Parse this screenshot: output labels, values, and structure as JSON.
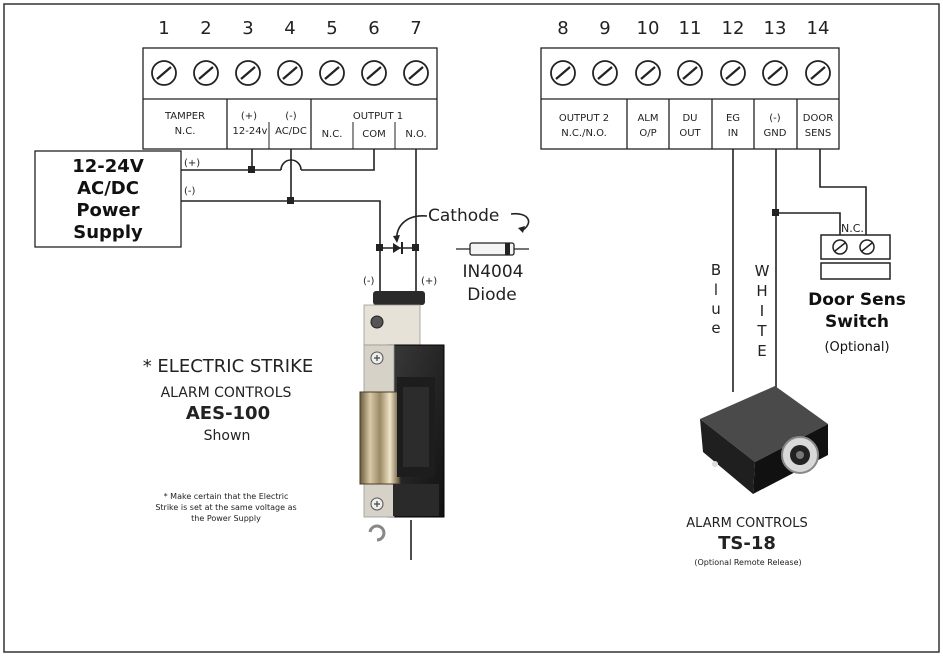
{
  "terminal_numbers_left": [
    "1",
    "2",
    "3",
    "4",
    "5",
    "6",
    "7"
  ],
  "terminal_numbers_right": [
    "8",
    "9",
    "10",
    "11",
    "12",
    "13",
    "14"
  ],
  "left_block": {
    "tamper": [
      "TAMPER",
      "N.C."
    ],
    "power_pos": [
      "(+)",
      "12-24v"
    ],
    "power_neg": [
      "(-)",
      "AC/DC"
    ],
    "output1_title": "OUTPUT 1",
    "output1_nc": "N.C.",
    "output1_com": "COM",
    "output1_no": "N.O."
  },
  "right_block": {
    "output2": [
      "OUTPUT 2",
      "N.C./N.O."
    ],
    "alm": [
      "ALM",
      "O/P"
    ],
    "du": [
      "DU",
      "OUT"
    ],
    "eg": [
      "EG",
      "IN"
    ],
    "gnd": [
      "(-)",
      "GND"
    ],
    "door": [
      "DOOR",
      "SENS"
    ]
  },
  "power_supply": {
    "lines": [
      "12-24V",
      "AC/DC",
      "Power",
      "Supply"
    ],
    "pos_label": "(+)",
    "neg_label": "(-)"
  },
  "diode": {
    "cathode_label": "Cathode",
    "part": "IN4004",
    "name": "Diode",
    "neg_label": "(-)",
    "pos_label": "(+)"
  },
  "strike": {
    "title": "* ELECTRIC STRIKE",
    "brand": "ALARM CONTROLS",
    "model": "AES-100",
    "shown": "Shown",
    "note": [
      "* Make certain that the Electric",
      "Strike is set at the same voltage as",
      "the Power Supply"
    ]
  },
  "wire_colors": {
    "blue": [
      "B",
      "l",
      "u",
      "e"
    ],
    "white": [
      "W",
      "H",
      "I",
      "T",
      "E"
    ]
  },
  "door_switch": {
    "nc_label": "N.C.",
    "title": [
      "Door Sens",
      "Switch"
    ],
    "optional": "(Optional)"
  },
  "ts18": {
    "brand": "ALARM CONTROLS",
    "model": "TS-18",
    "note": "(Optional Remote Release)"
  }
}
